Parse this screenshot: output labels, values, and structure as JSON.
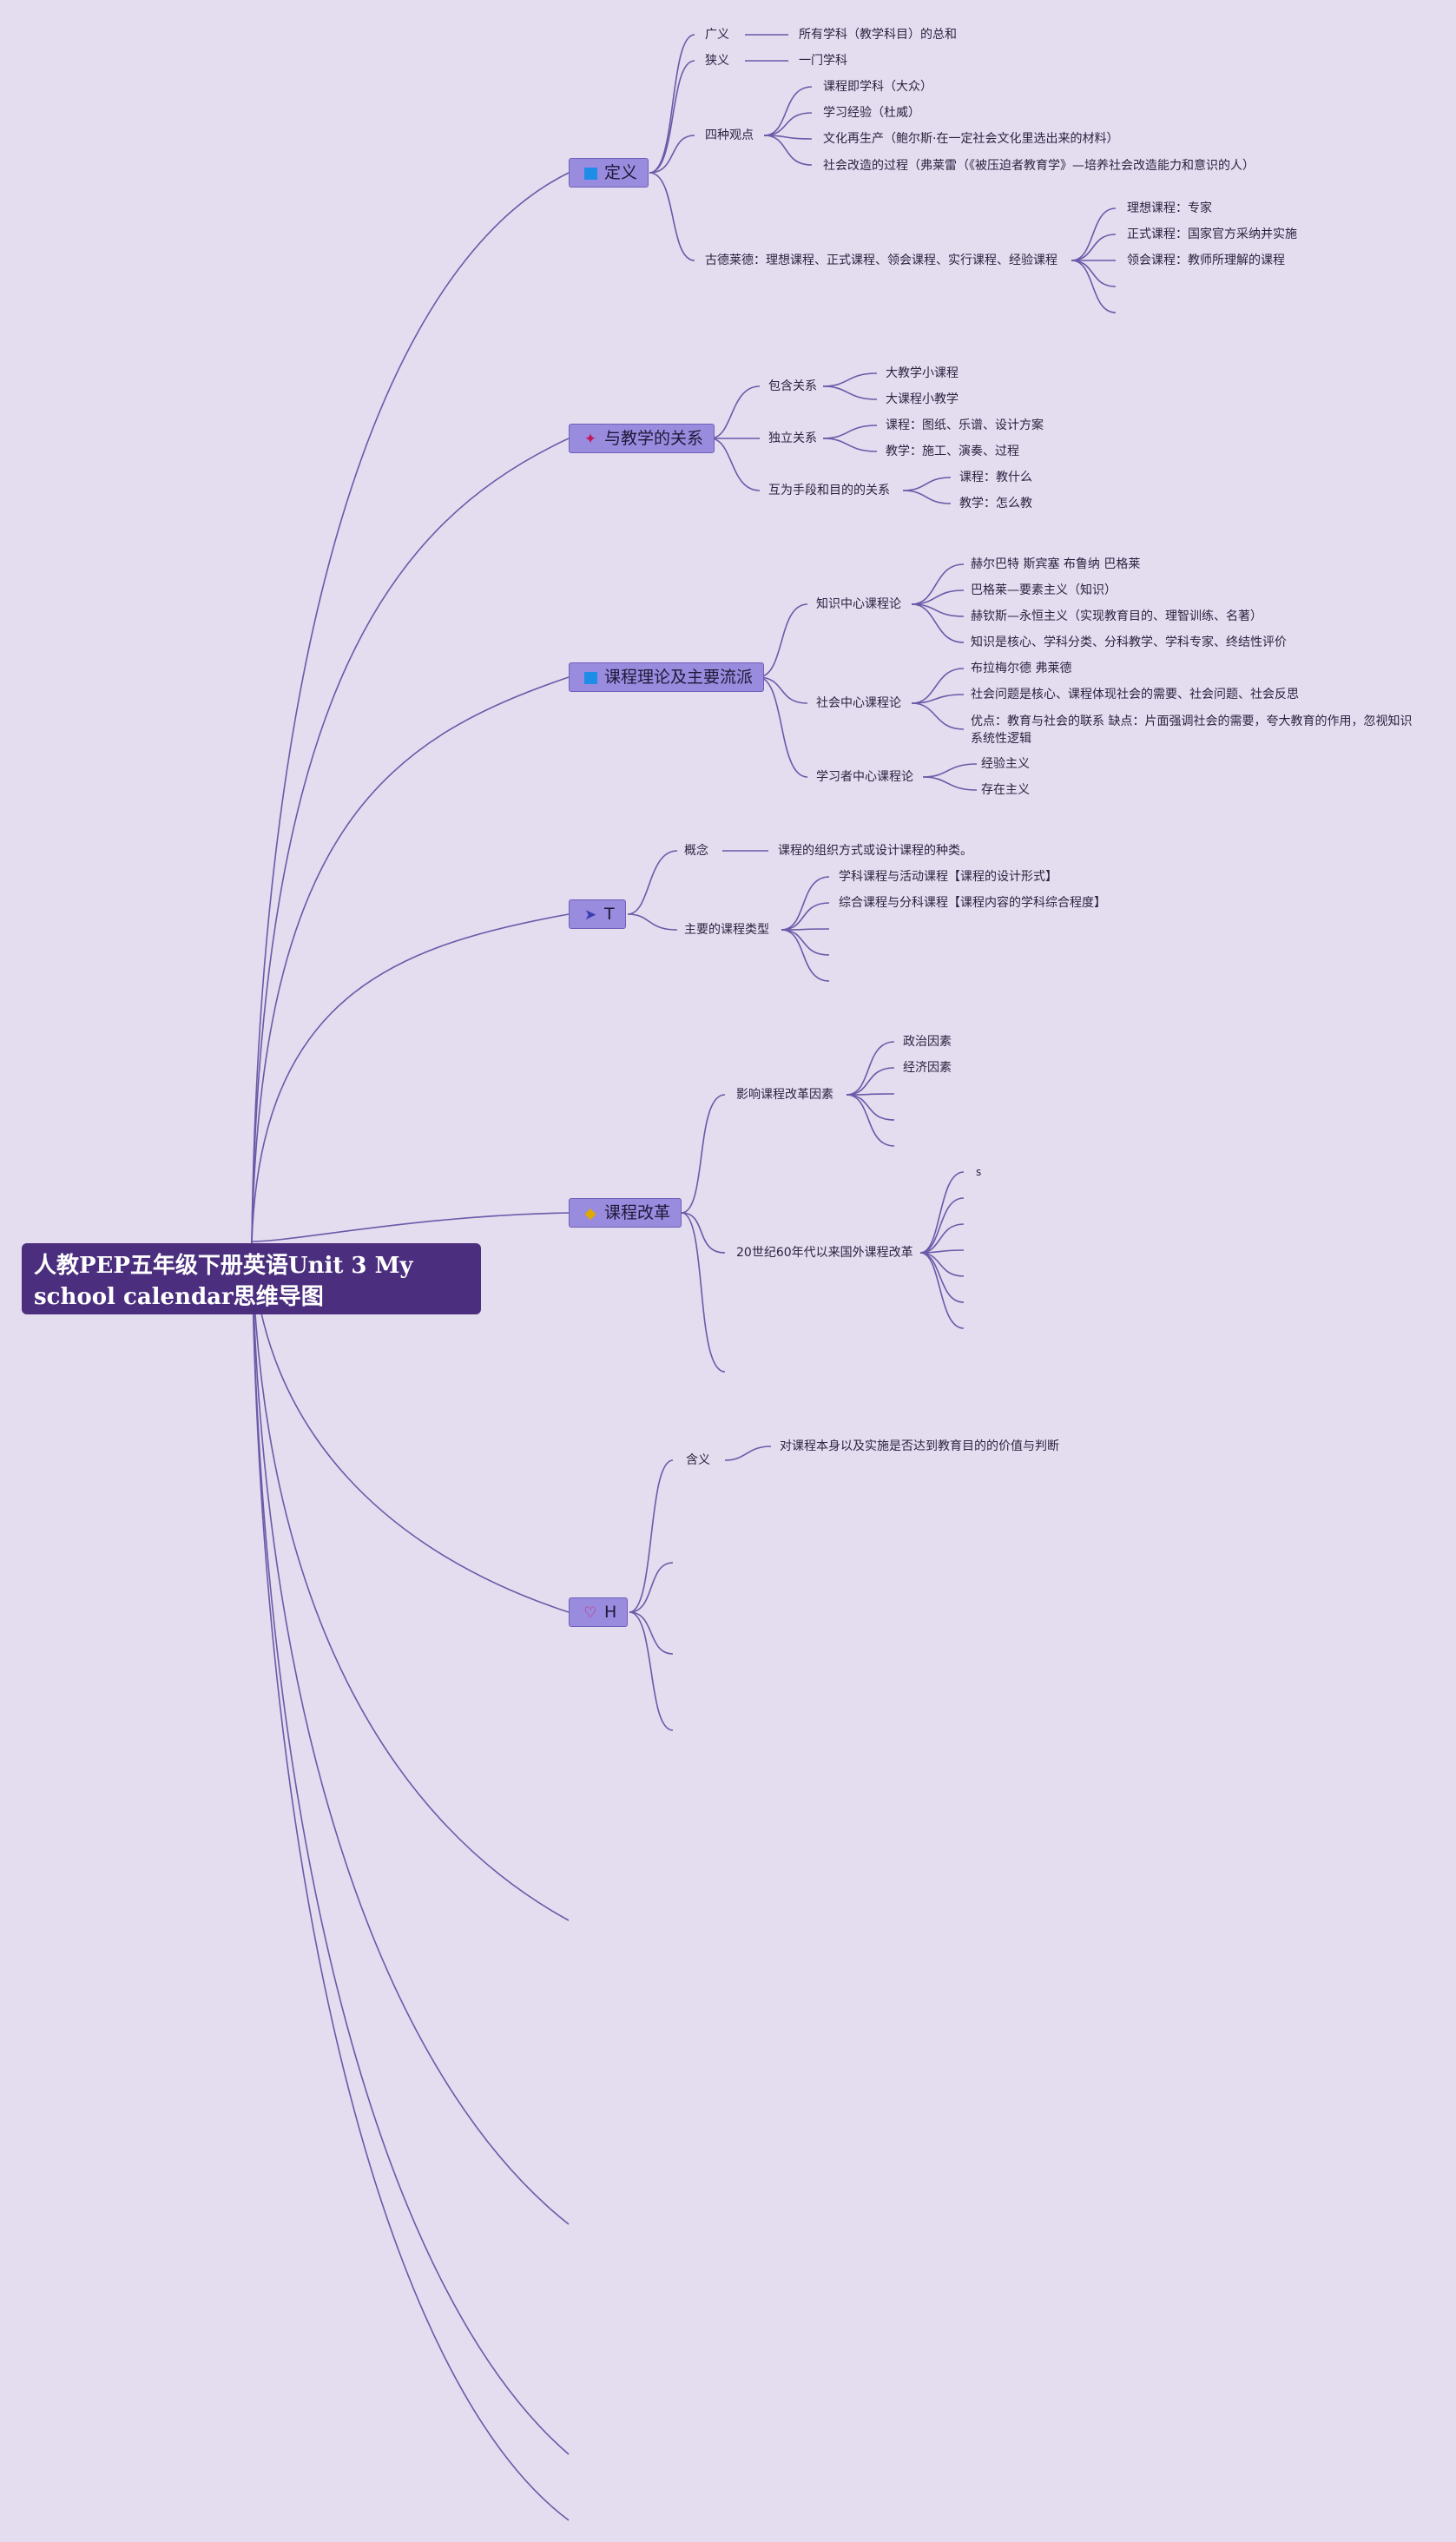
{
  "root": "人教PEP五年级下册英语Unit 3 My school calendar思维导图",
  "b1": {
    "title": "定义",
    "guangyi": "广义",
    "guangyi_v": "所有学科（教学科目）的总和",
    "xiayi": "狭义",
    "xiayi_v": "一门学科",
    "sizhong": "四种观点",
    "sz1": "课程即学科（大众）",
    "sz2": "学习经验（杜威）",
    "sz3": "文化再生产（鲍尔斯·在一定社会文化里选出来的材料）",
    "sz4": "社会改造的过程（弗莱雷（《被压迫者教育学》—培养社会改造能力和意识的人）",
    "gdld": "古德莱德：理想课程、正式课程、领会课程、实行课程、经验课程",
    "g1": "理想课程：专家",
    "g2": "正式课程：国家官方采纳并实施",
    "g3": "领会课程：教师所理解的课程"
  },
  "b2": {
    "title": "与教学的关系",
    "baohan": "包含关系",
    "bh1": "大教学小课程",
    "bh2": "大课程小教学",
    "duli": "独立关系",
    "dl1": "课程：图纸、乐谱、设计方案",
    "dl2": "教学：施工、演奏、过程",
    "huwei": "互为手段和目的的关系",
    "hw1": "课程：教什么",
    "hw2": "教学：怎么教"
  },
  "b3": {
    "title": "课程理论及主要流派",
    "zhishi": "知识中心课程论",
    "zs1": "赫尔巴特 斯宾塞 布鲁纳 巴格莱",
    "zs2": "巴格莱—要素主义（知识）",
    "zs3": "赫钦斯—永恒主义（实现教育目的、理智训练、名著）",
    "zs4": "知识是核心、学科分类、分科教学、学科专家、终结性评价",
    "shehui": "社会中心课程论",
    "sh1": "布拉梅尔德 弗莱德",
    "sh2": "社会问题是核心、课程体现社会的需要、社会问题、社会反思",
    "sh3": "优点：教育与社会的联系 缺点：片面强调社会的需要，夸大教育的作用，忽视知识系统性逻辑",
    "xuexi": "学习者中心课程论",
    "xx1": "经验主义",
    "xx2": "存在主义"
  },
  "b4": {
    "title": "T",
    "gainian": "概念",
    "gainian_v": "课程的组织方式或设计课程的种类。",
    "leixing": "主要的课程类型",
    "lx1": "学科课程与活动课程【课程的设计形式】",
    "lx2": "综合课程与分科课程【课程内容的学科综合程度】"
  },
  "b5": {
    "title": "课程改革",
    "yingxiang": "影响课程改革因素",
    "yx1": "政治因素",
    "yx2": "经济因素",
    "shiji": "20世纪60年代以来国外课程改革",
    "sj1": "s"
  },
  "b6": {
    "title": "H",
    "hanyi": "含义",
    "hanyi_v": "对课程本身以及实施是否达到教育目的的价值与判断"
  }
}
